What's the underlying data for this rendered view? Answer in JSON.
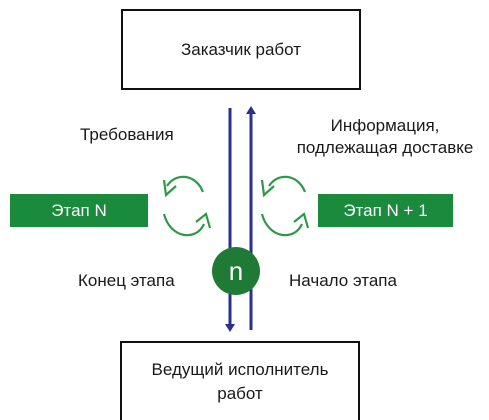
{
  "top_box": {
    "label": "Заказчик работ"
  },
  "bottom_box": {
    "label_line1": "Ведущий исполнитель",
    "label_line2": "работ"
  },
  "stage_left": {
    "label": "Этап N"
  },
  "stage_right": {
    "label": "Этап N + 1"
  },
  "labels": {
    "requirements": "Требования",
    "info_line1": "Информация,",
    "info_line2": "подлежащая доставке",
    "stage_end": "Конец этапа",
    "stage_start": "Начало этапа"
  },
  "node": {
    "label": "n"
  },
  "colors": {
    "stage_green": "#1a8a3c",
    "cycle_green": "#2e9a48",
    "arrow_blue": "#2b2f8f",
    "node_green": "#1e7a34"
  }
}
